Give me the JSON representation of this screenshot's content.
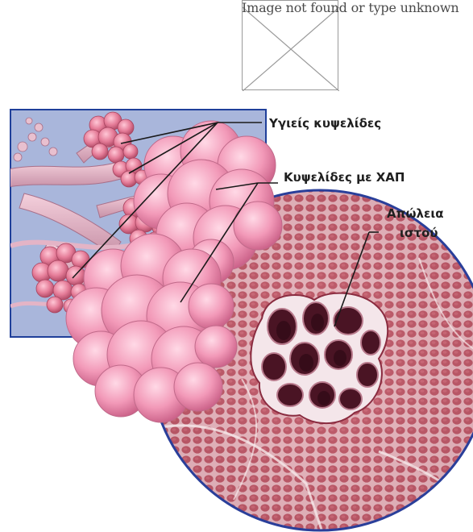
{
  "placeholder_image": {
    "alt_text": "Image not found or type unknown"
  },
  "labels": {
    "healthy_alveoli": "Υγιείς κυψελίδες",
    "copd_alveoli": "Κυψελίδες με ΧΑΠ",
    "tissue_loss_line1": "Απώλεια",
    "tissue_loss_line2": "ιστού"
  },
  "colors": {
    "inset_background": "#a9b6db",
    "inset_border": "#1f3f9a",
    "alveoli_pink": "#ee8fae",
    "healthy_alveoli_red": "#d8607e",
    "tissue_circle_fill": "#c86a78",
    "circle_border": "#2a3f9a",
    "label_text": "#1f1f1f"
  }
}
